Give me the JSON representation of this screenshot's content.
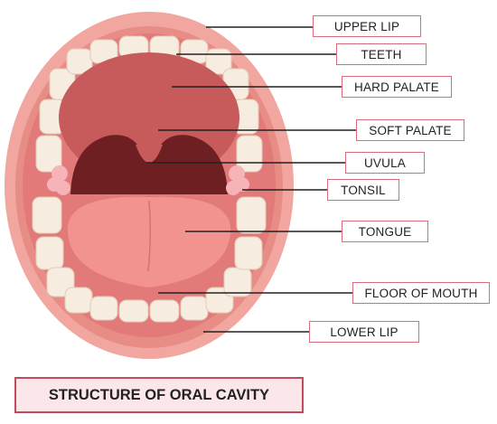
{
  "colors": {
    "lip": "#f1a79f",
    "lip_shade": "#e88d86",
    "gum": "#e37a7a",
    "palate": "#c75a5a",
    "throat": "#6e1f22",
    "tongue": "#f2938f",
    "tooth": "#f6ece0",
    "tonsil": "#f6b3b8",
    "label_border": "#d96b7a",
    "title_border": "#c24c5c",
    "title_bg": "#fbe7ea"
  },
  "labels": [
    {
      "id": "upper-lip",
      "text": "UPPER LIP"
    },
    {
      "id": "teeth",
      "text": "TEETH"
    },
    {
      "id": "hard-palate",
      "text": "HARD PALATE"
    },
    {
      "id": "soft-palate",
      "text": "SOFT PALATE"
    },
    {
      "id": "uvula",
      "text": "UVULA"
    },
    {
      "id": "tonsil",
      "text": "TONSIL"
    },
    {
      "id": "tongue",
      "text": "TONGUE"
    },
    {
      "id": "floor-of-mouth",
      "text": "FLOOR OF MOUTH"
    },
    {
      "id": "lower-lip",
      "text": "LOWER LIP"
    }
  ],
  "title": "STRUCTURE OF ORAL CAVITY"
}
